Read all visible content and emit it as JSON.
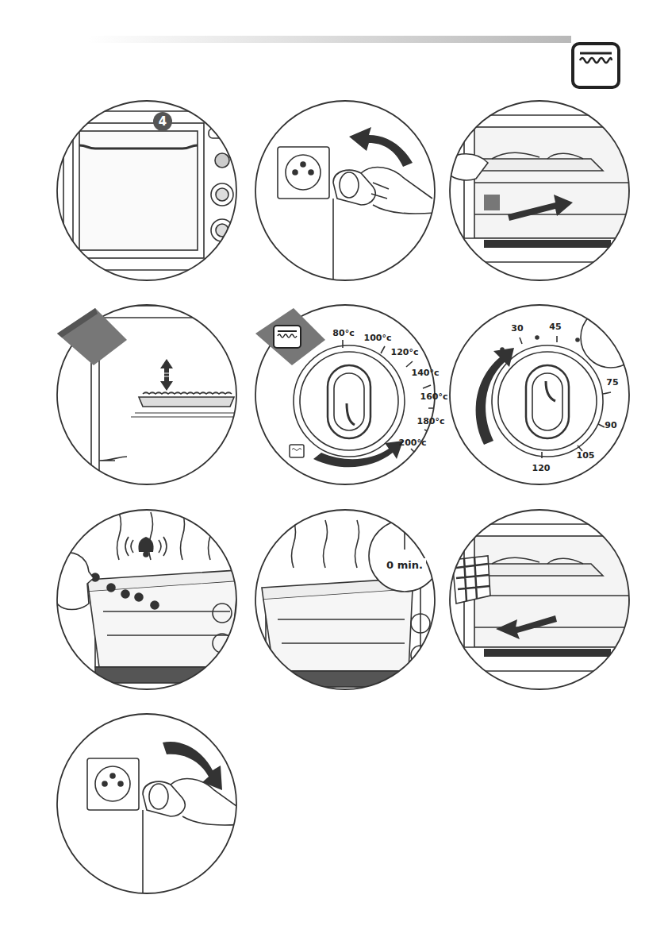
{
  "diagram": {
    "nodes": [
      {
        "text": [
          "4"
        ]
      },
      {
        "text": [
          "0 min."
        ]
      }
    ],
    "labels": [
      "80°c",
      "100°c",
      "120°c",
      "140°c",
      "160°c",
      "180°c",
      "200°c",
      "30",
      "45",
      "75",
      "90",
      "105",
      "120"
    ]
  }
}
